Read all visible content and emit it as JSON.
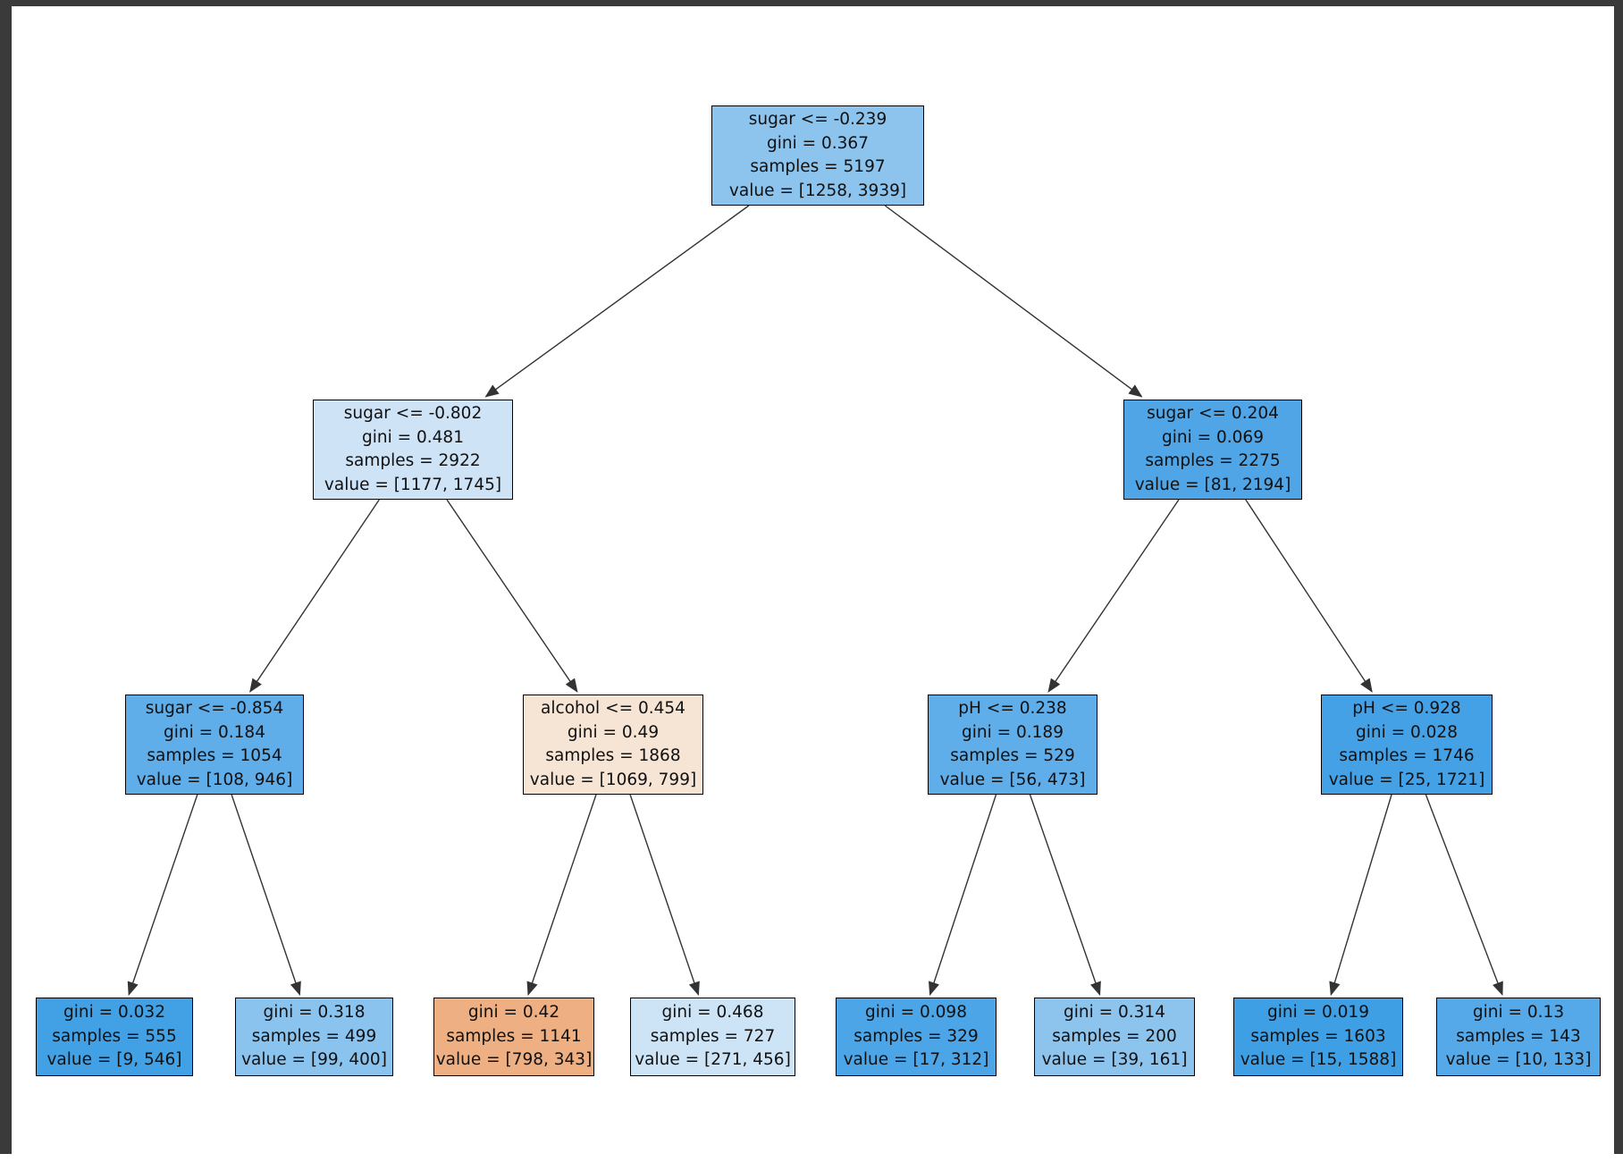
{
  "figure": {
    "background": "#ffffff",
    "frame_color": "#3a3a3a",
    "edge_color": "#333333",
    "node_border_color": "#000000",
    "text_color": "#111111"
  },
  "tree": {
    "type": "decision-tree",
    "class_count": 2,
    "nodes": [
      {
        "role": "root",
        "lines": [
          "sugar <= -0.239",
          "gini = 0.367",
          "samples = 5197",
          "value = [1258, 3939]"
        ],
        "color": "#8cc4ee"
      },
      {
        "role": "internal",
        "lines": [
          "sugar <= -0.802",
          "gini = 0.481",
          "samples = 2922",
          "value = [1177, 1745]"
        ],
        "color": "#cfe3f6"
      },
      {
        "role": "internal",
        "lines": [
          "sugar <= 0.204",
          "gini = 0.069",
          "samples = 2275",
          "value = [81, 2194]"
        ],
        "color": "#4fa5e6"
      },
      {
        "role": "internal",
        "lines": [
          "sugar <= -0.854",
          "gini = 0.184",
          "samples = 1054",
          "value = [108, 946]"
        ],
        "color": "#5fade9"
      },
      {
        "role": "internal",
        "lines": [
          "alcohol <= 0.454",
          "gini = 0.49",
          "samples = 1868",
          "value = [1069, 799]"
        ],
        "color": "#f6e5d5"
      },
      {
        "role": "internal",
        "lines": [
          "pH <= 0.238",
          "gini = 0.189",
          "samples = 529",
          "value = [56, 473]"
        ],
        "color": "#5fade9"
      },
      {
        "role": "internal",
        "lines": [
          "pH <= 0.928",
          "gini = 0.028",
          "samples = 1746",
          "value = [25, 1721]"
        ],
        "color": "#45a1e5"
      },
      {
        "role": "leaf",
        "lines": [
          "gini = 0.032",
          "samples = 555",
          "value = [9, 546]"
        ],
        "color": "#42a0e5"
      },
      {
        "role": "leaf",
        "lines": [
          "gini = 0.318",
          "samples = 499",
          "value = [99, 400]"
        ],
        "color": "#8ac3ee"
      },
      {
        "role": "leaf",
        "lines": [
          "gini = 0.42",
          "samples = 1141",
          "value = [798, 343]"
        ],
        "color": "#eeb083"
      },
      {
        "role": "leaf",
        "lines": [
          "gini = 0.468",
          "samples = 727",
          "value = [271, 456]"
        ],
        "color": "#cde4f7"
      },
      {
        "role": "leaf",
        "lines": [
          "gini = 0.098",
          "samples = 329",
          "value = [17, 312]"
        ],
        "color": "#4ca5e7"
      },
      {
        "role": "leaf",
        "lines": [
          "gini = 0.314",
          "samples = 200",
          "value = [39, 161]"
        ],
        "color": "#8dc4ee"
      },
      {
        "role": "leaf",
        "lines": [
          "gini = 0.019",
          "samples = 1603",
          "value = [15, 1588]"
        ],
        "color": "#3f9fe5"
      },
      {
        "role": "leaf",
        "lines": [
          "gini = 0.13",
          "samples = 143",
          "value = [10, 133]"
        ],
        "color": "#55a9e8"
      }
    ],
    "edges": [
      {
        "from": 0,
        "to": 1
      },
      {
        "from": 0,
        "to": 2
      },
      {
        "from": 1,
        "to": 3
      },
      {
        "from": 1,
        "to": 4
      },
      {
        "from": 2,
        "to": 5
      },
      {
        "from": 2,
        "to": 6
      },
      {
        "from": 3,
        "to": 7
      },
      {
        "from": 3,
        "to": 8
      },
      {
        "from": 4,
        "to": 9
      },
      {
        "from": 4,
        "to": 10
      },
      {
        "from": 5,
        "to": 11
      },
      {
        "from": 5,
        "to": 12
      },
      {
        "from": 6,
        "to": 13
      },
      {
        "from": 6,
        "to": 14
      }
    ]
  }
}
